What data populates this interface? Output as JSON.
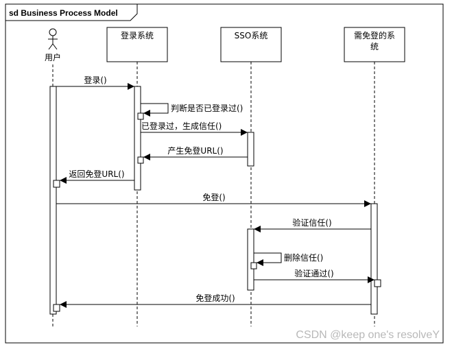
{
  "frame": {
    "title": "sd Business Process Model"
  },
  "actor": {
    "name": "用户"
  },
  "participants": [
    {
      "id": "login",
      "lines": [
        "登录系统"
      ]
    },
    {
      "id": "sso",
      "lines": [
        "SSO系统"
      ]
    },
    {
      "id": "target",
      "lines": [
        "需免登的系",
        "统"
      ]
    }
  ],
  "messages": [
    {
      "id": "m1",
      "label": "登录()"
    },
    {
      "id": "m2",
      "label": "判断是否已登录过()"
    },
    {
      "id": "m3",
      "label": "已登录过，生成信任()"
    },
    {
      "id": "m4",
      "label": "产生免登URL()"
    },
    {
      "id": "m5",
      "label": "返回免登URL()"
    },
    {
      "id": "m6",
      "label": "免登()"
    },
    {
      "id": "m7",
      "label": "验证信任()"
    },
    {
      "id": "m8",
      "label": "删除信任()"
    },
    {
      "id": "m9",
      "label": "验证通过()"
    },
    {
      "id": "m10",
      "label": "免登成功()"
    }
  ],
  "watermark": "CSDN @keep one's resolveY"
}
